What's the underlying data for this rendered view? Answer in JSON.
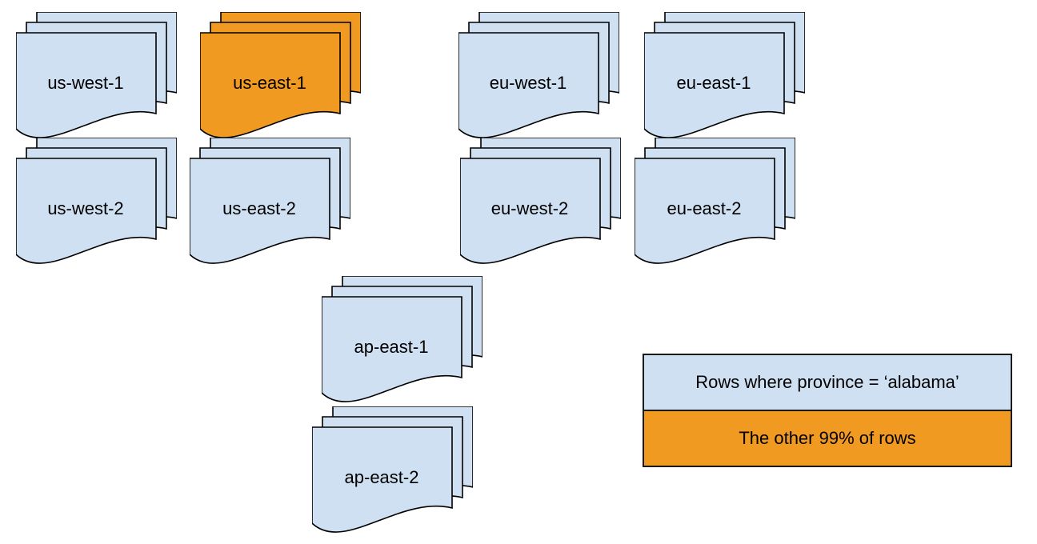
{
  "diagram": {
    "stacks": [
      {
        "id": "us-west-1",
        "label": "us-west-1",
        "fill": "blue"
      },
      {
        "id": "us-east-1",
        "label": "us-east-1",
        "fill": "orange"
      },
      {
        "id": "eu-west-1",
        "label": "eu-west-1",
        "fill": "blue"
      },
      {
        "id": "eu-east-1",
        "label": "eu-east-1",
        "fill": "blue"
      },
      {
        "id": "us-west-2",
        "label": "us-west-2",
        "fill": "blue"
      },
      {
        "id": "us-east-2",
        "label": "us-east-2",
        "fill": "blue"
      },
      {
        "id": "eu-west-2",
        "label": "eu-west-2",
        "fill": "blue"
      },
      {
        "id": "eu-east-2",
        "label": "eu-east-2",
        "fill": "blue"
      },
      {
        "id": "ap-east-1",
        "label": "ap-east-1",
        "fill": "blue"
      },
      {
        "id": "ap-east-2",
        "label": "ap-east-2",
        "fill": "blue"
      }
    ],
    "legend": {
      "items": [
        {
          "label": "Rows where province = ‘alabama’",
          "color": "blue"
        },
        {
          "label": "The other 99% of rows",
          "color": "orange"
        }
      ]
    }
  },
  "colors": {
    "blue": "#cfe0f2",
    "orange": "#f09a22",
    "stroke": "#000000",
    "text": "#000000"
  }
}
